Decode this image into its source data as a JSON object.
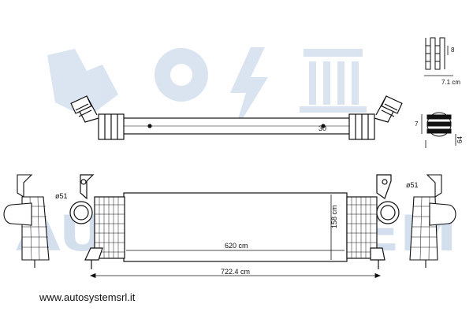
{
  "watermark": {
    "text": "AUTOSYSTEM",
    "color": "#3a6fb3"
  },
  "website": "www.autosystemsrl.it",
  "dims": {
    "diam_left": "ø51",
    "diam_right": "ø51",
    "core_width": "620 cm",
    "height": "158 cm",
    "overall_length": "722.4 cm",
    "fin_pitch": "8",
    "fin_depth": "7.1 cm",
    "tube_h": "7",
    "tube_w": "64",
    "top_view_30": "30"
  },
  "colors": {
    "line": "#111111",
    "watermark": "#3a6fb3"
  }
}
